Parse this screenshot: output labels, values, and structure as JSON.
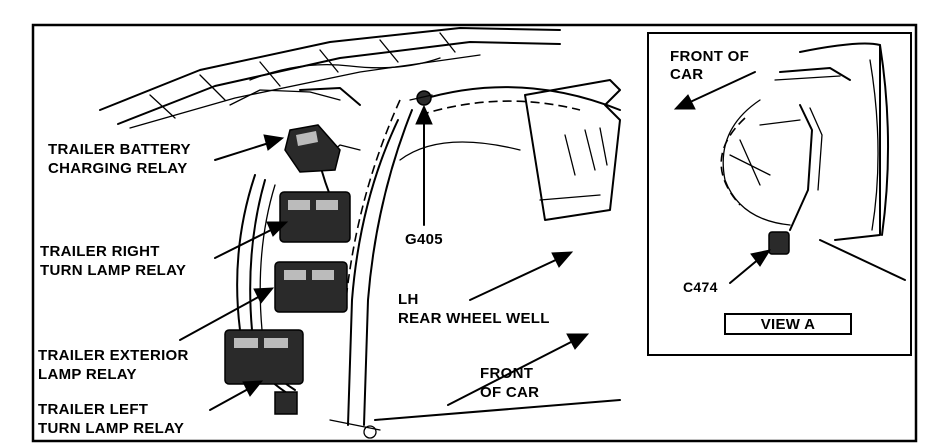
{
  "labels": {
    "trailer_battery_line1": "TRAILER BATTERY",
    "trailer_battery_line2": "CHARGING RELAY",
    "trailer_right_line1": "TRAILER RIGHT",
    "trailer_right_line2": "TURN LAMP RELAY",
    "trailer_exterior_line1": "TRAILER EXTERIOR",
    "trailer_exterior_line2": "LAMP RELAY",
    "trailer_left_line1": "TRAILER LEFT",
    "trailer_left_line2": "TURN LAMP RELAY",
    "ground": "G405",
    "wheel_well_line1": "LH",
    "wheel_well_line2": "REAR WHEEL WELL",
    "front_line1": "FRONT",
    "front_line2": "OF CAR",
    "inset_front_line1": "FRONT OF",
    "inset_front_line2": "CAR",
    "connector": "C474",
    "view_caption": "VIEW A"
  },
  "icons": [
    "arrow-icon",
    "relay-icon",
    "connector-icon",
    "ground-bolt-icon"
  ],
  "colors": {
    "ink": "#000000",
    "paper": "#ffffff"
  }
}
